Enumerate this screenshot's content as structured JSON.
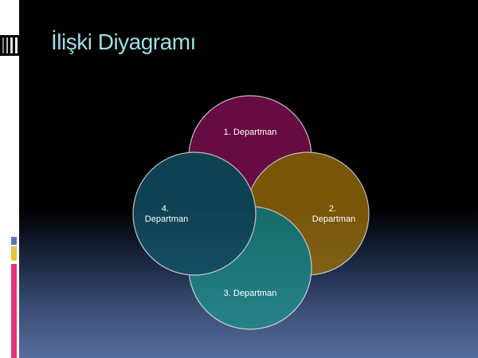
{
  "slide": {
    "title": "İlişki Diyagramı"
  },
  "diagram": {
    "departments": [
      {
        "number": "1.",
        "name": "Departman",
        "color": "#8a1058"
      },
      {
        "number": "2.",
        "name": "Departman",
        "color": "#a0720a"
      },
      {
        "number": "3.",
        "name": "Departman",
        "color": "#1d9089"
      },
      {
        "number": "4.",
        "name": "Departman",
        "color": "#13586e"
      }
    ],
    "outline_color": "#ffffff"
  },
  "colors": {
    "title": "#9ddfe6",
    "accent_pink": "#e6327a",
    "accent_yellow": "#e8c23a",
    "accent_blue": "#5a78b8"
  }
}
